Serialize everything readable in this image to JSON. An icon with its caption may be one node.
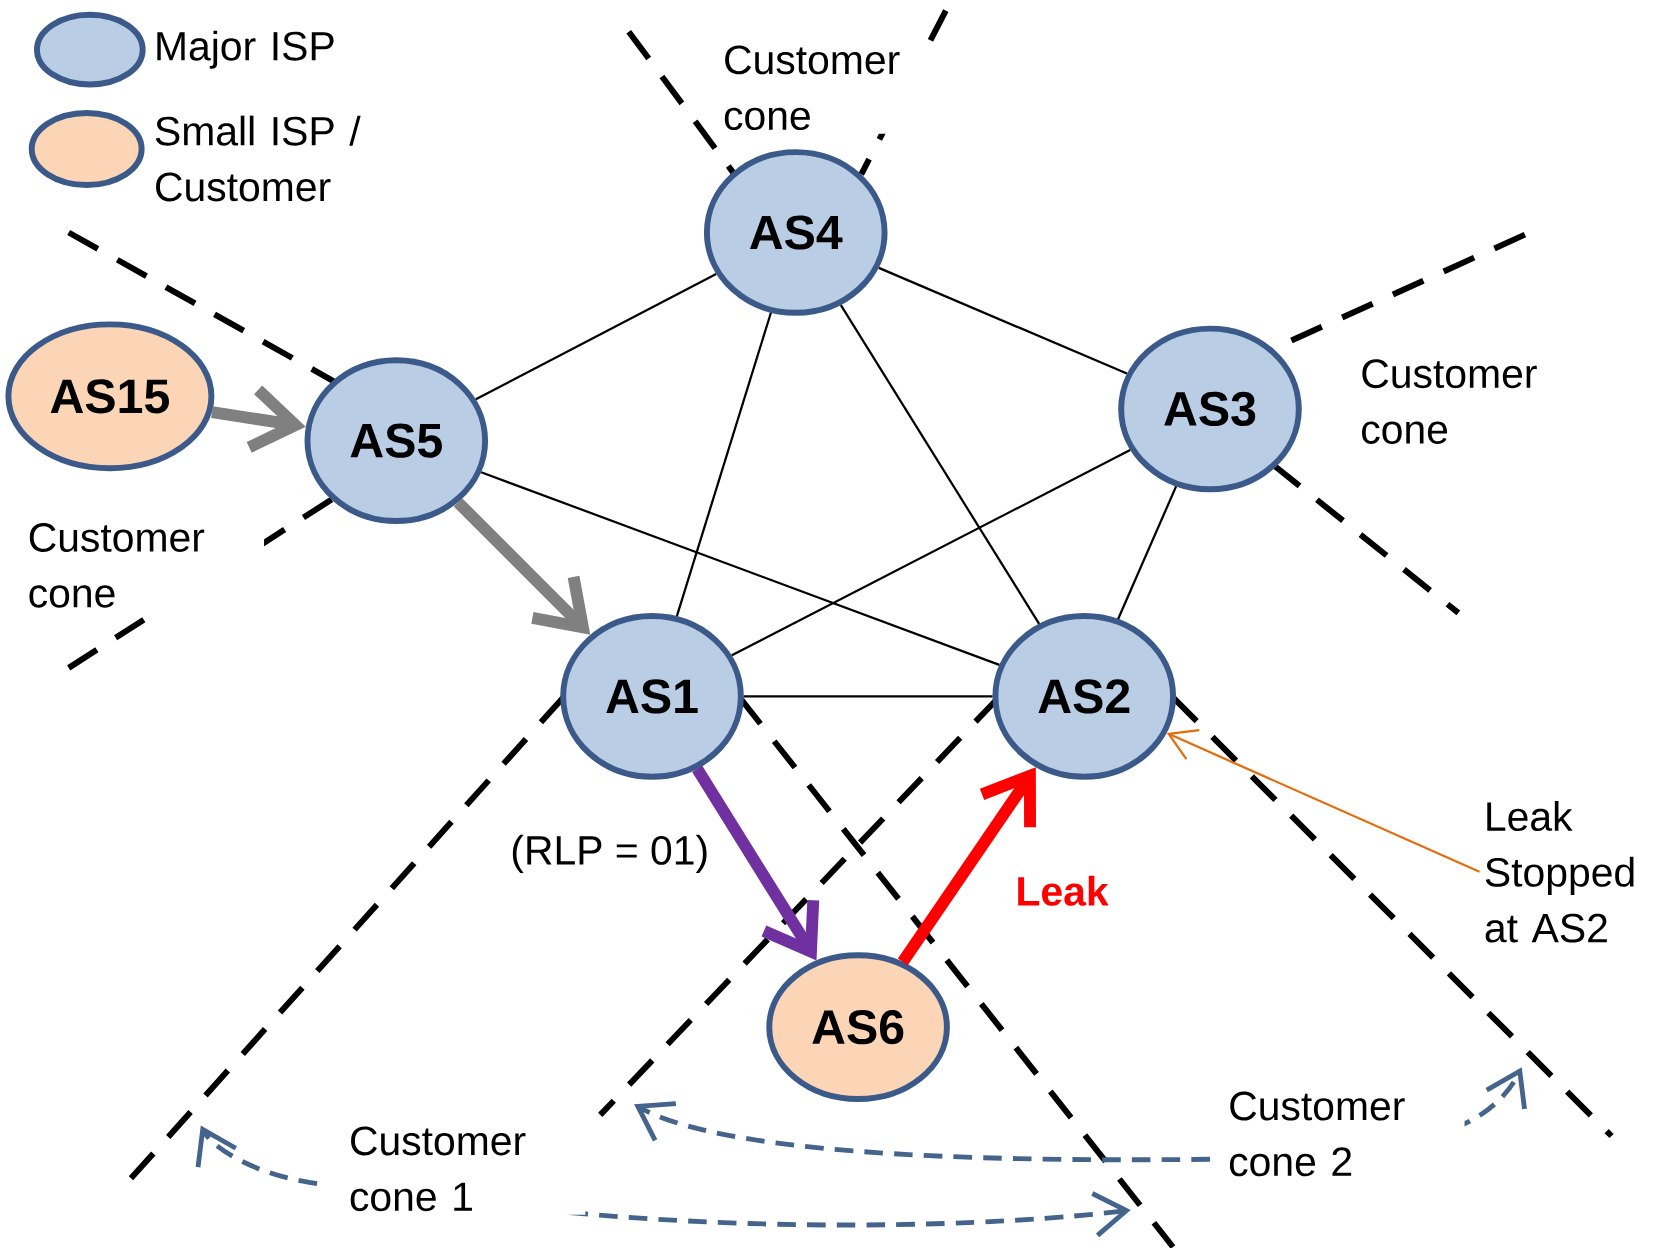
{
  "diagram": {
    "nodes": [
      {
        "text": [
          "AS4"
        ]
      },
      {
        "text": [
          "AS15"
        ]
      },
      {
        "text": [
          "AS5"
        ]
      },
      {
        "text": [
          "AS3"
        ]
      },
      {
        "text": [
          "AS1"
        ]
      },
      {
        "text": [
          "AS2"
        ]
      },
      {
        "text": [
          "Leak Stopped at AS2"
        ]
      },
      {
        "text": [
          "AS6"
        ]
      }
    ],
    "edges": [
      {
        "from": 1,
        "to": 2,
        "arrow": "to",
        "style": "thick",
        "color": "#808080"
      },
      {
        "from": 2,
        "to": 4,
        "arrow": "to",
        "style": "thick",
        "color": "#808080"
      },
      {
        "from": 4,
        "to": 7,
        "arrow": "to",
        "style": "thick",
        "color": "#7030a0",
        "label": "(RLP = 01)"
      },
      {
        "from": 7,
        "to": 5,
        "arrow": "to",
        "style": "thick",
        "color": "#ff0000",
        "label": "Leak"
      },
      {
        "from": 0,
        "to": 2,
        "arrow": "none"
      },
      {
        "from": 0,
        "to": 4,
        "arrow": "none"
      },
      {
        "from": 0,
        "to": 5,
        "arrow": "none"
      },
      {
        "from": 0,
        "to": 3,
        "arrow": "none"
      },
      {
        "from": 2,
        "to": 5,
        "arrow": "none"
      },
      {
        "from": 3,
        "to": 4,
        "arrow": "none"
      },
      {
        "from": 3,
        "to": 5,
        "arrow": "none"
      },
      {
        "from": 4,
        "to": 5,
        "arrow": "none"
      },
      {
        "from": 6,
        "to": 5,
        "arrow": "to",
        "color": "#e46c0a"
      }
    ],
    "labels": [
      "Customer cone",
      "Customer cone",
      "Customer cone",
      "Customer cone 2",
      "Customer cone 1"
    ],
    "legend": [
      {
        "text": "Major ISP",
        "color": "#b9cde5"
      },
      {
        "text": "Small ISP / Customer",
        "color": "#fbd5b5"
      }
    ]
  }
}
